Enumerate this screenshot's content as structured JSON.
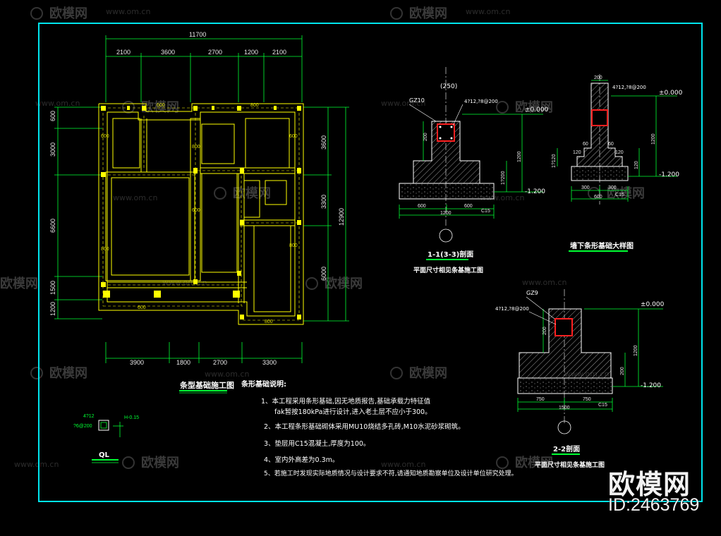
{
  "watermark": {
    "logo_text": "欧模网",
    "site_text": "www.om.cn",
    "site_short": "om.cn"
  },
  "brand": {
    "logo": "欧模网",
    "id": "ID:2463769"
  },
  "colors": {
    "frame": "#00e5ee",
    "dim": "#00ff33",
    "wall": "#ffff00",
    "column": "#ffff00",
    "hatch": "#9a9a9a",
    "beam": "#ff2020",
    "text": "#ffffff"
  },
  "plan": {
    "top_total": "11700",
    "top_dims": [
      "2100",
      "3600",
      "2700",
      "1200",
      "2100"
    ],
    "left_dims": [
      "600",
      "3000",
      "6600",
      "1500",
      "1200"
    ],
    "right_dims": [
      "3600",
      "3300",
      "6000"
    ],
    "right_total": "12900",
    "bottom_dims": [
      "3900",
      "1800",
      "2700",
      "3300"
    ],
    "footing_labels": [
      "600",
      "800",
      "600",
      "800",
      "600",
      "800",
      "600",
      "800",
      "800",
      "600"
    ],
    "title": "条型基础施工图"
  },
  "section11": {
    "tag": "(250)",
    "column": "GZ10",
    "rebar": "4?12,?8@200",
    "top_level": "±0.000",
    "bottom_level": "-1.200",
    "dims_bottom": [
      "600",
      "600"
    ],
    "width_total": "1200",
    "heights": [
      "200",
      "1200",
      "1?200"
    ],
    "concrete": "C15",
    "title": "1-1(3-3)剖面",
    "subtitle": "平面尺寸相见条基施工图"
  },
  "wall_detail": {
    "width_top": "200",
    "rebar": "4?12,?8@200",
    "top_level": "±0.000",
    "bottom_level": "-1.200",
    "dims_bottom": [
      "300",
      "300"
    ],
    "width_total": "600",
    "step_dims": [
      "60",
      "60",
      "120",
      "120"
    ],
    "heights": [
      "1200",
      "1?120",
      "120"
    ],
    "concrete": "C15",
    "title": "墙下条形基础大样图"
  },
  "section22": {
    "column": "GZ9",
    "rebar": "4?12,?8@200",
    "top_level": "±0.000",
    "bottom_level": "-1.200",
    "dims_bottom": [
      "750",
      "750"
    ],
    "width_total": "1500",
    "heights": [
      "200",
      "1200",
      "200"
    ],
    "concrete": "C15",
    "title": "2-2剖面",
    "subtitle": "平面尺寸相见条基施工图"
  },
  "ql": {
    "top_label": "4?12",
    "side_label": "?6@200",
    "note": "H-0.15",
    "title": "QL"
  },
  "notes": {
    "heading": "条形基础说明:",
    "lines": [
      "1、本工程采用条形基础,因无地质报告,基础承载力特征值",
      "fak暂按180kPa进行设计,进入老土层不应小于300。",
      "2、本工程条形基础砌体采用MU10烧结多孔砖,M10水泥砂浆砌筑。",
      "3、垫层用C15混凝土,厚度为100。",
      "4、室内外高差为0.3m。",
      "5、若施工时发现实际地质情况与设计要求不符,请通知地质勘察单位及设计单位研究处理。"
    ]
  }
}
